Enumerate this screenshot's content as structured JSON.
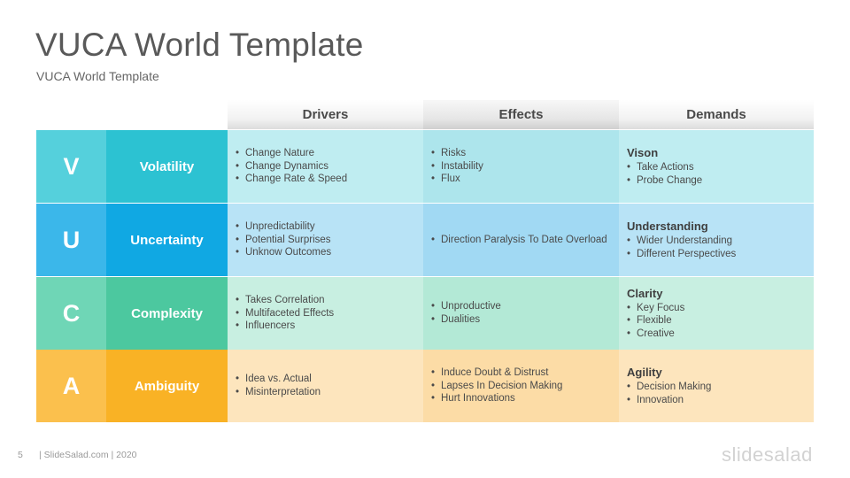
{
  "title": "VUCA World Template",
  "subtitle": "VUCA World Template",
  "headers": [
    "Drivers",
    "Effects",
    "Demands"
  ],
  "rows": [
    {
      "letter": "V",
      "word": "Volatility",
      "colors": {
        "letter": "#55d0dc",
        "word": "#2cc2d2",
        "drivers": "#bfedf1",
        "effects": "#ade5ec",
        "demands": "#bfedf1"
      },
      "drivers": [
        "Change Nature",
        "Change Dynamics",
        "Change Rate & Speed"
      ],
      "effects": [
        "Risks",
        "Instability",
        "Flux"
      ],
      "demands_title": "Vison",
      "demands": [
        "Take Actions",
        "Probe Change"
      ]
    },
    {
      "letter": "U",
      "word": "Uncertainty",
      "colors": {
        "letter": "#3bb7ea",
        "word": "#10a8e3",
        "drivers": "#b8e3f6",
        "effects": "#a1d9f3",
        "demands": "#b8e3f6"
      },
      "drivers": [
        "Unpredictability",
        "Potential Surprises",
        "Unknow Outcomes"
      ],
      "effects": [
        "Direction Paralysis To Date Overload"
      ],
      "demands_title": "Understanding",
      "demands": [
        "Wider Understanding",
        "Different Perspectives"
      ]
    },
    {
      "letter": "C",
      "word": "Complexity",
      "colors": {
        "letter": "#6fd6b6",
        "word": "#4cc89f",
        "drivers": "#c8efe1",
        "effects": "#b3e9d6",
        "demands": "#c8efe1"
      },
      "drivers": [
        "Takes Correlation",
        "Multifaceted Effects",
        "Influencers"
      ],
      "effects": [
        "Unproductive",
        "Dualities"
      ],
      "demands_title": "Clarity",
      "demands": [
        "Key Focus",
        "Flexible",
        "Creative"
      ]
    },
    {
      "letter": "A",
      "word": "Ambiguity",
      "colors": {
        "letter": "#fbc04d",
        "word": "#f9b225",
        "drivers": "#fde5bd",
        "effects": "#fcdca6",
        "demands": "#fde5bd"
      },
      "drivers": [
        "Idea vs. Actual",
        "Misinterpretation"
      ],
      "effects": [
        "Induce Doubt & Distrust",
        "Lapses In Decision Making",
        "Hurt Innovations"
      ],
      "demands_title": "Agility",
      "demands": [
        "Decision Making",
        "Innovation"
      ]
    }
  ],
  "footer": {
    "page_number": "5",
    "text": "| SlideSalad.com | 2020",
    "logo": "slidesalad"
  }
}
